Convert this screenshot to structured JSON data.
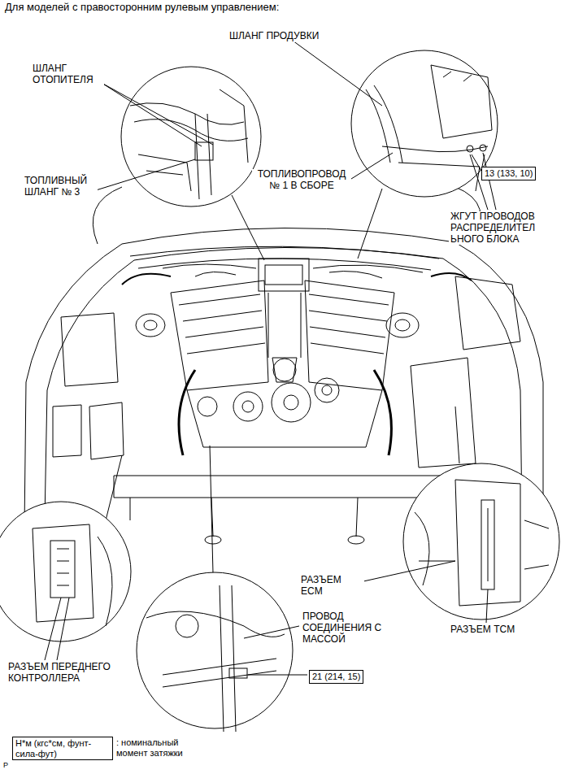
{
  "diagram": {
    "title": "Для моделей с правосторонним рулевым управлением:",
    "nodes": [
      {
        "text": [
          "13 (133, 10)"
        ]
      },
      {
        "text": [
          "21 (214, 15)"
        ]
      },
      {
        "text": [
          "Н*м (кгс*см, фунт-сила-фут)",
          ": номинальный момент затяжки"
        ]
      }
    ],
    "labels": [
      "ШЛАНГ ПРОДУВКИ",
      "ШЛАНГ ОТОПИТЕЛЯ",
      "ТОПЛИВНЫЙ ШЛАНГ № 3",
      "ТОПЛИВОПРОВОД № 1 В СБОРЕ",
      "ЖГУТ ПРОВОДОВ РАСПРЕДЕЛИТЕЛ ЬНОГО БЛОКА",
      "РАЗЪЕМ ECM",
      "РАЗЪЕМ TCM",
      "ПРОВОД СОЕДИНЕНИЯ С МАССОЙ",
      "РАЗЪЕМ ПЕРЕДНЕГО КОНТРОЛЛЕРА",
      "P"
    ]
  }
}
